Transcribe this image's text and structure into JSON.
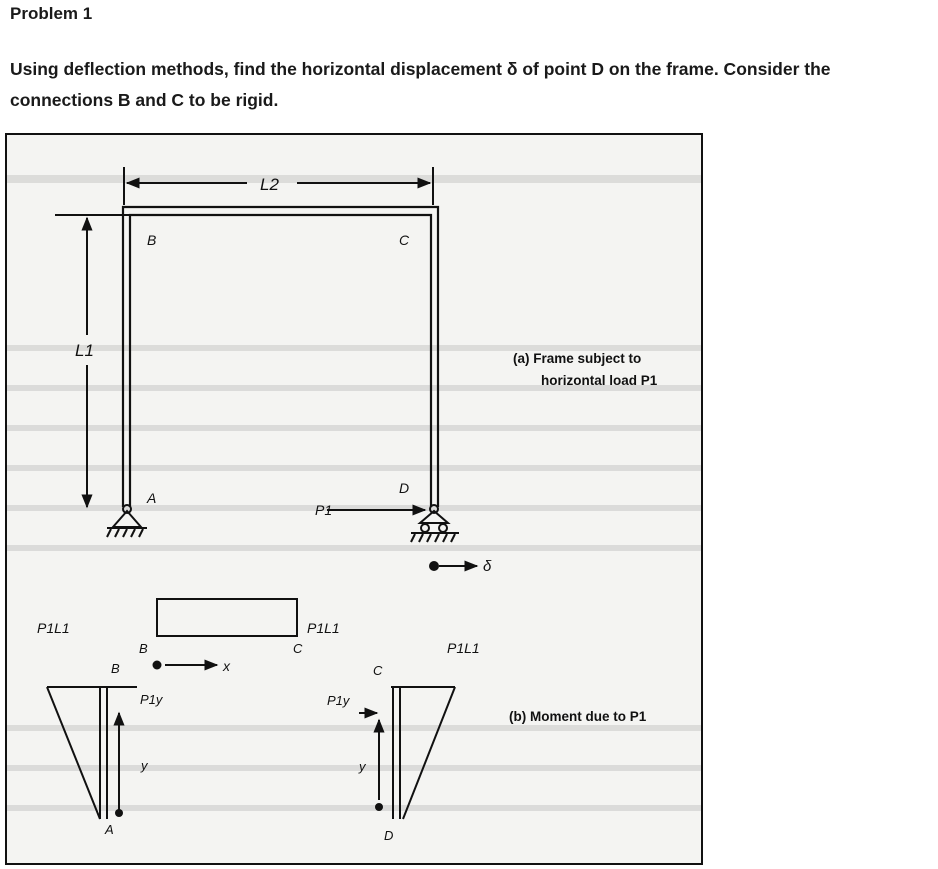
{
  "problem": {
    "heading": "Problem 1",
    "statement_line1": "Using deflection methods, find the horizontal displacement δ of point D on the frame. Consider the",
    "statement_line2": "connections B and C to be rigid."
  },
  "figure": {
    "dimension_labels": {
      "height": "L1",
      "width": "L2"
    },
    "points": {
      "A": "A",
      "B": "B",
      "C": "C",
      "D": "D"
    },
    "load": "P1",
    "displacement": "δ",
    "caption_a_line1": "(a) Frame subject to",
    "caption_a_line2": "horizontal load P1",
    "caption_b": "(b) Moment due to P1",
    "moment_labels": {
      "left_top": "P1L1",
      "center_top": "P1L1",
      "right_top": "P1L1",
      "left_base": "P1y",
      "right_base": "P1y",
      "left_y": "y",
      "right_y": "y",
      "beam_x": "x",
      "beam_B": "B",
      "beam_C": "C",
      "left_B": "B",
      "right_C": "C",
      "left_A": "A",
      "right_D": "D"
    }
  }
}
